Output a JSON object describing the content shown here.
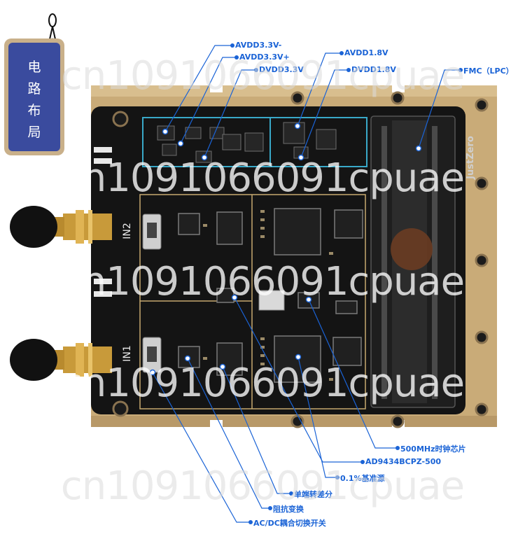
{
  "tag": {
    "chars": [
      "电",
      "路",
      "布",
      "局"
    ]
  },
  "callouts": {
    "avdd33_minus": "AVDD3.3V-",
    "avdd33_plus": "AVDD3.3V+",
    "dvdd33": "DVDD3.3V",
    "avdd18": "AVDD1.8V",
    "dvdd18": "DVDD1.8V",
    "fmc": "FMC（LPC）",
    "clock": "500MHz时钟芯片",
    "adc": "AD9434BCPZ-500",
    "ref": "0.1%基准源",
    "single_diff": "单端转差分",
    "impedance": "阻抗变换",
    "acdc": "AC/DC耦合切换开关"
  },
  "board": {
    "labels": {
      "in1": "IN1",
      "in2": "IN2",
      "brand": "JustZero"
    }
  },
  "watermark": "cn1091066091cpuae",
  "colors": {
    "callout": "#1a63d6",
    "board": "#141414",
    "frame": "#c9ab78",
    "tag": "#3a4b9e"
  }
}
